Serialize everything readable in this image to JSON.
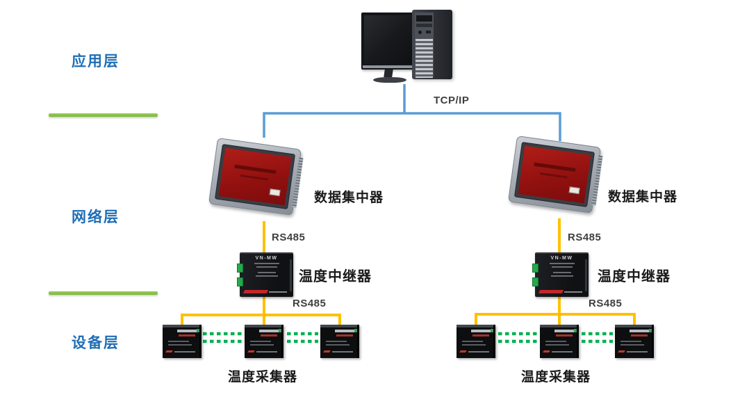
{
  "layers": {
    "application": "应用层",
    "network": "网络层",
    "device": "设备层"
  },
  "links": {
    "tcpip": "TCP/IP",
    "rs485": "RS485"
  },
  "devices": {
    "concentrator": "数据集中器",
    "repeater": "温度中继器",
    "repeater_model": "VN-MW",
    "collector": "温度采集器"
  },
  "colors": {
    "layer_label": "#1F6EB5",
    "tcpip_line": "#5B9BD5",
    "rs485_line": "#FFC000",
    "divider_green": "#8CC63F",
    "dashed_link_green": "#00B050",
    "hmi_screen_red": "#9E1513",
    "device_label_text": "#1A1A1A"
  }
}
